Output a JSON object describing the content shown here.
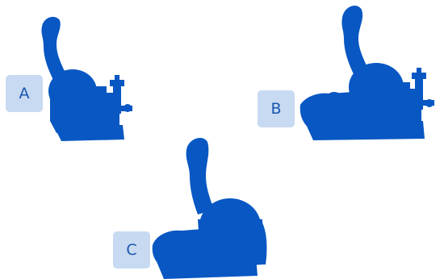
{
  "colors": {
    "silhouette": "#0857C3",
    "label_background": "#C7DAF1",
    "label_text": "#1A56B0"
  },
  "variants": [
    {
      "label": "A",
      "icon": "machine-silhouette-a"
    },
    {
      "label": "B",
      "icon": "machine-silhouette-b"
    },
    {
      "label": "C",
      "icon": "machine-silhouette-c"
    }
  ]
}
